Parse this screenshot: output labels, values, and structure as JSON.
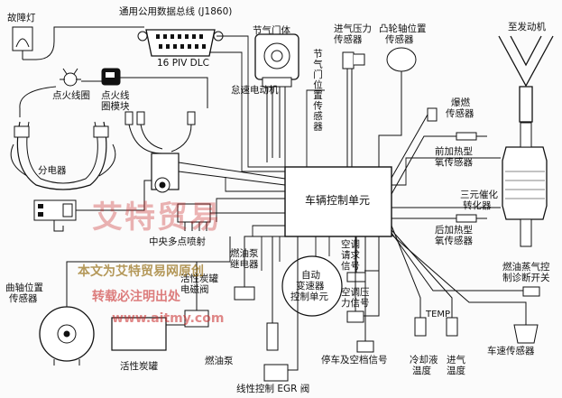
{
  "labels": {
    "obd_bus": "通用公用数据总线 (J1860)",
    "fault_lamp": "故障灯",
    "dlc": "16 PIV DLC",
    "throttle_body": "节气门体",
    "idle_motor": "怠速电动机",
    "tps": "节气门位置传感器",
    "map_sensor_l1": "进气压力",
    "map_sensor_l2": "传感器",
    "cam_sensor_l1": "凸轮轴位置",
    "cam_sensor_l2": "传感器",
    "to_engine": "至发动机",
    "ignition_coil": "点火线圈",
    "ignition_module_l1": "点火线",
    "ignition_module_l2": "圈模块",
    "knock_sensor_l1": "爆燃",
    "knock_sensor_l2": "传感器",
    "front_o2_l1": "前加热型",
    "front_o2_l2": "氧传感器",
    "distributor": "分电器",
    "ecu": "车辆控制单元",
    "catalytic_l1": "三元催化",
    "catalytic_l2": "转化器",
    "rear_o2_l1": "后加热型",
    "rear_o2_l2": "氧传感器",
    "central_injector": "中央多点喷射",
    "fuel_pump_relay_l1": "燃油泵",
    "fuel_pump_relay_l2": "继电器",
    "ac_request_l1": "空调",
    "ac_request_l2": "请求",
    "ac_request_l3": "信号",
    "evap_test_l1": "燃油蒸气控",
    "evap_test_l2": "制诊断开关",
    "crank_sensor_l1": "曲轴位置",
    "crank_sensor_l2": "传感器",
    "canister_solenoid_l1": "活性炭罐",
    "canister_solenoid_l2": "电磁阀",
    "trans_control_l1": "自动",
    "trans_control_l2": "变速器",
    "trans_control_l3": "控制单元",
    "ac_pressure_l1": "空调压",
    "ac_pressure_l2": "力信号",
    "temp": "TEMP",
    "canister": "活性炭罐",
    "fuel_pump": "燃油泵",
    "park_neutral": "停车及空档信号",
    "coolant_temp_l1": "冷却液",
    "coolant_temp_l2": "温度",
    "intake_temp_l1": "进气",
    "intake_temp_l2": "温度",
    "vss": "车速传感器",
    "egr_valve": "线性控制 EGR 阀"
  },
  "watermark": {
    "logo": "艾特贸易",
    "line1": "本文为艾特贸易网原创",
    "line2": "转载必注明出处",
    "url": "www.aitmy.com"
  }
}
